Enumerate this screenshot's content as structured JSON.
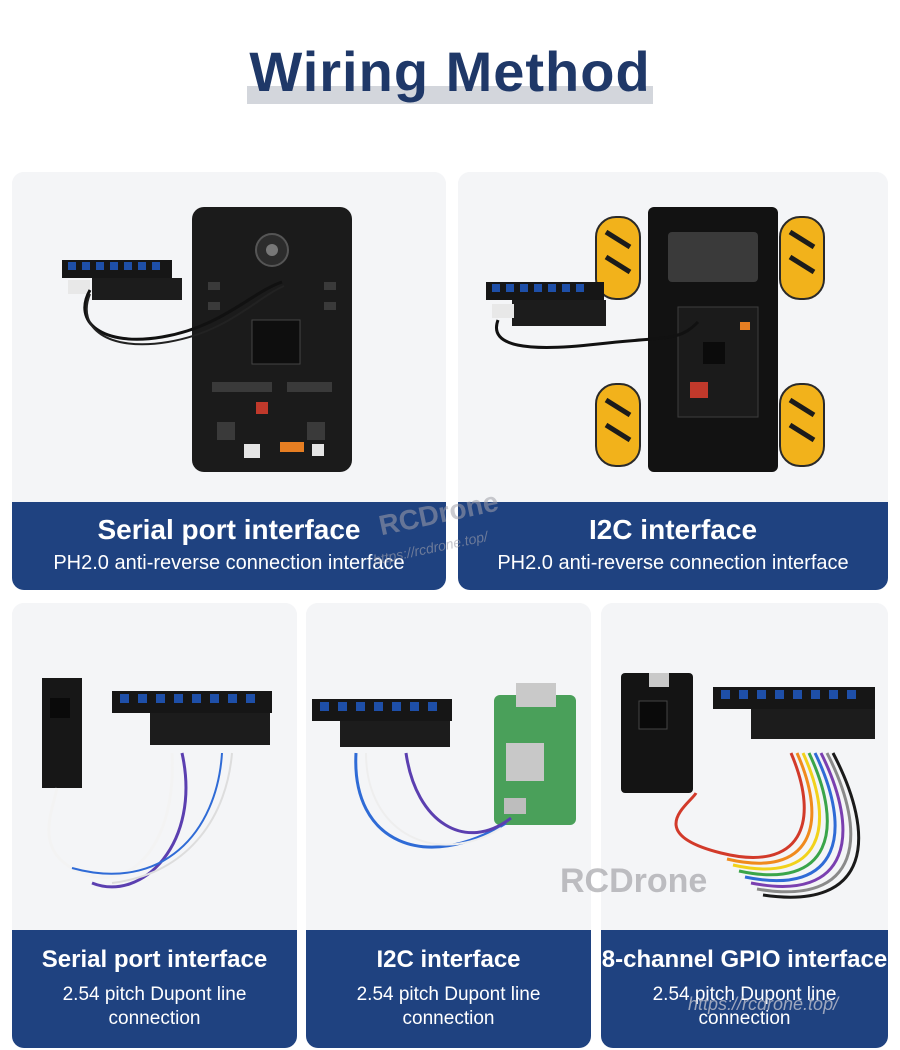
{
  "page_title": "Wiring Method",
  "top_panels": [
    {
      "title": "Serial port interface",
      "subtitle": "PH2.0 anti-reverse connection interface"
    },
    {
      "title": "I2C interface",
      "subtitle": "PH2.0 anti-reverse connection interface"
    }
  ],
  "bottom_panels": [
    {
      "title": "Serial port interface",
      "subtitle_line1": "2.54 pitch Dupont line",
      "subtitle_line2": "connection"
    },
    {
      "title": "I2C interface",
      "subtitle_line1": "2.54 pitch Dupont line",
      "subtitle_line2": "connection"
    },
    {
      "title": "8-channel GPIO interface",
      "subtitle_line1": "2.54 pitch Dupont line",
      "subtitle_line2": "connection"
    }
  ],
  "watermarks": {
    "brand": "RCDrone",
    "url": "https://rcdrone.top/"
  },
  "colors": {
    "title": "#1f3868",
    "caption_bg": "#1f4280",
    "card_bg": "#f2f3f5",
    "pcb": "#1a1a1a",
    "wheel": "#f2b21b"
  }
}
